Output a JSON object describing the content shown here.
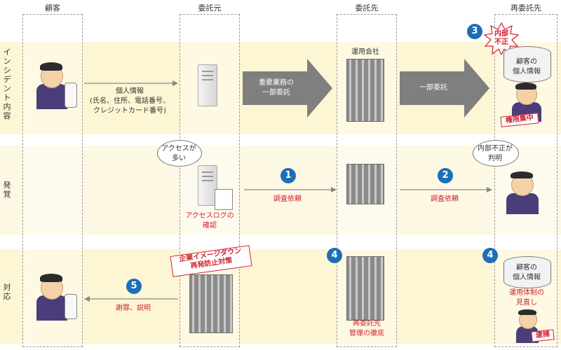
{
  "columns": {
    "customer": "顧客",
    "contractor": "委託元",
    "subcontractor": "委託先",
    "resubcontractor": "再委託先"
  },
  "rows": {
    "incident": "インシデント内容",
    "discovery": "発覚",
    "response": "対応"
  },
  "incident": {
    "personal_info_label": "個人情報",
    "personal_info_detail1": "(氏名、住所、電話番号、",
    "personal_info_detail2": "クレジットカード番号)",
    "arrow1_line1": "重要業務の",
    "arrow1_line2": "一部委託",
    "operator_label": "運用会社",
    "arrow2_label": "一部委託",
    "db_line1": "顧客の",
    "db_line2": "個人情報",
    "fraud_line1": "内部",
    "fraud_line2": "不正",
    "authority_label": "権限集中",
    "step3": "3"
  },
  "discovery": {
    "access_line1": "アクセスが",
    "access_line2": "多い",
    "log_line1": "アクセスログの",
    "log_line2": "確認",
    "step1": "1",
    "investigate1": "調査依頼",
    "step2": "2",
    "investigate2": "調査依頼",
    "found_line1": "内部不正が",
    "found_line2": "判明"
  },
  "response": {
    "step5": "5",
    "apology": "謝罪、説明",
    "image_line1": "企業イメージダウン",
    "image_line2": "再発防止対策",
    "step4a": "4",
    "resub_line1": "再委託先",
    "resub_line2": "管理の徹底",
    "step4b": "4",
    "db_line1": "顧客の",
    "db_line2": "個人情報",
    "ops_line1": "運用体制の",
    "ops_line2": "見直し",
    "arrest": "逮捕"
  },
  "colors": {
    "band": "#fdf6d4",
    "arrow": "#7f7f7f",
    "accent": "#1c6fb7",
    "red": "#d01f2f"
  }
}
